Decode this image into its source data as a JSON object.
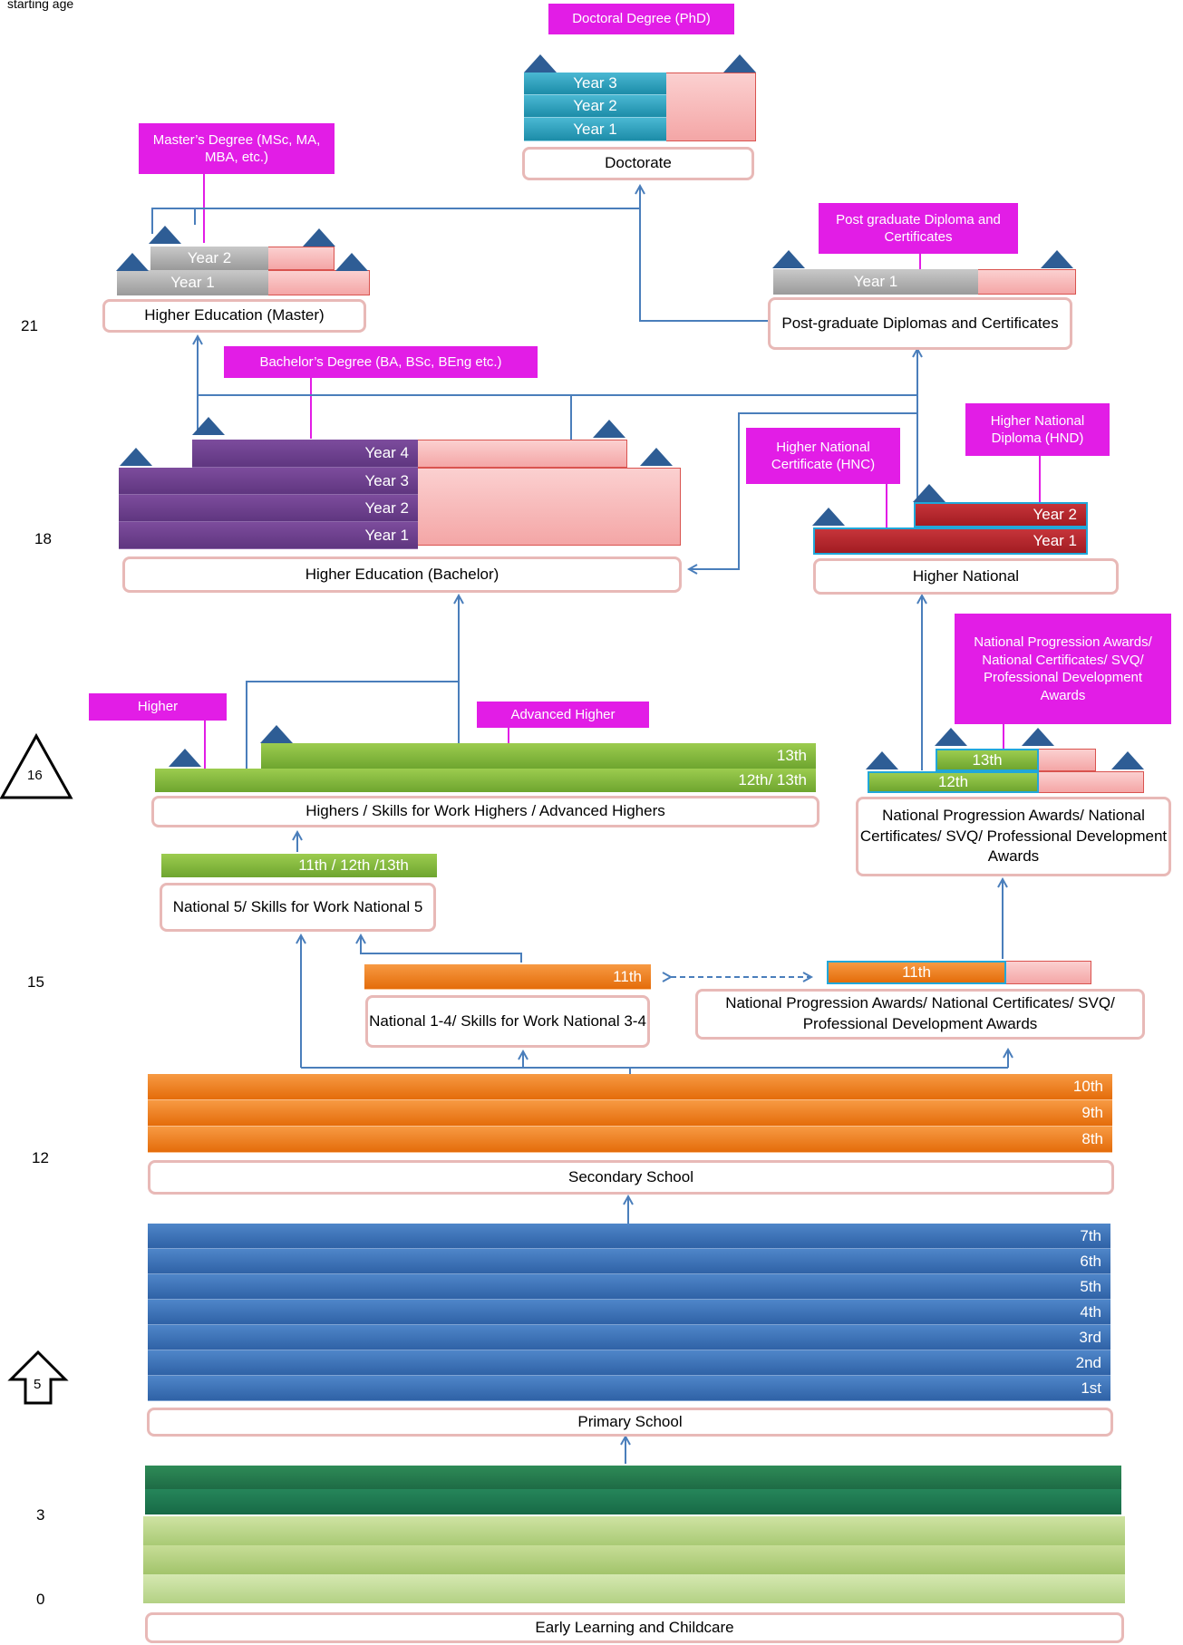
{
  "corner_label": "starting age",
  "ages": {
    "a21": "21",
    "a18": "18",
    "a16": "16",
    "a15": "15",
    "a12": "12",
    "a5": "5",
    "a3": "3",
    "a0": "0"
  },
  "tags": {
    "phd": "Doctoral Degree (PhD)",
    "masters": "Master’s Degree (MSc, MA, MBA, etc.)",
    "pgdip": "Post graduate Diploma and Certificates",
    "bachelors": "Bachelor’s Degree (BA, BSc, BEng etc.)",
    "hnc": "Higher National Certificate (HNC)",
    "hnd": "Higher National Diploma (HND)",
    "npa": "National Progression Awards/ National Certificates/ SVQ/ Professional Development Awards",
    "higher": "Higher",
    "adv_higher": "Advanced Higher"
  },
  "bars": {
    "phd_y3": "Year 3",
    "phd_y2": "Year 2",
    "phd_y1": "Year 1",
    "ms_y2": "Year 2",
    "ms_y1": "Year 1",
    "pg_y1": "Year 1",
    "ba_y4": "Year 4",
    "ba_y3": "Year 3",
    "ba_y2": "Year 2",
    "ba_y1": "Year 1",
    "hn_y2": "Year 2",
    "hn_y1": "Year 1",
    "hi_13": "13th",
    "hi_1213": "12th/ 13th",
    "np_13": "13th",
    "np_12": "12th",
    "n5": "11th / 12th /13th",
    "n14": "11th",
    "np11": "11th",
    "sec": [
      "10th",
      "9th",
      "8th"
    ],
    "prim": [
      "7th",
      "6th",
      "5th",
      "4th",
      "3rd",
      "2nd",
      "1st"
    ]
  },
  "boxes": {
    "doctorate": "Doctorate",
    "master": "Higher Education (Master)",
    "pg": "Post-graduate Diplomas and Certificates",
    "bachelor": "Higher Education (Bachelor)",
    "hn": "Higher National",
    "highers": "Highers / Skills for Work Highers / Advanced Highers",
    "npa_upper": "National Progression Awards/ National Certificates/ SVQ/ Professional Development Awards",
    "n5": "National 5/ Skills  for Work National 5",
    "n14": "National 1-4/ Skills for Work National 3-4",
    "npa_lower": "National Progression Awards/ National Certificates/ SVQ/ Professional Development Awards",
    "secondary": "Secondary School",
    "primary": "Primary School",
    "early": "Early Learning and Childcare"
  },
  "colors": {
    "line": "#4a7ebb",
    "tag": "#e21de6",
    "box_border": "#e8b9b7"
  }
}
